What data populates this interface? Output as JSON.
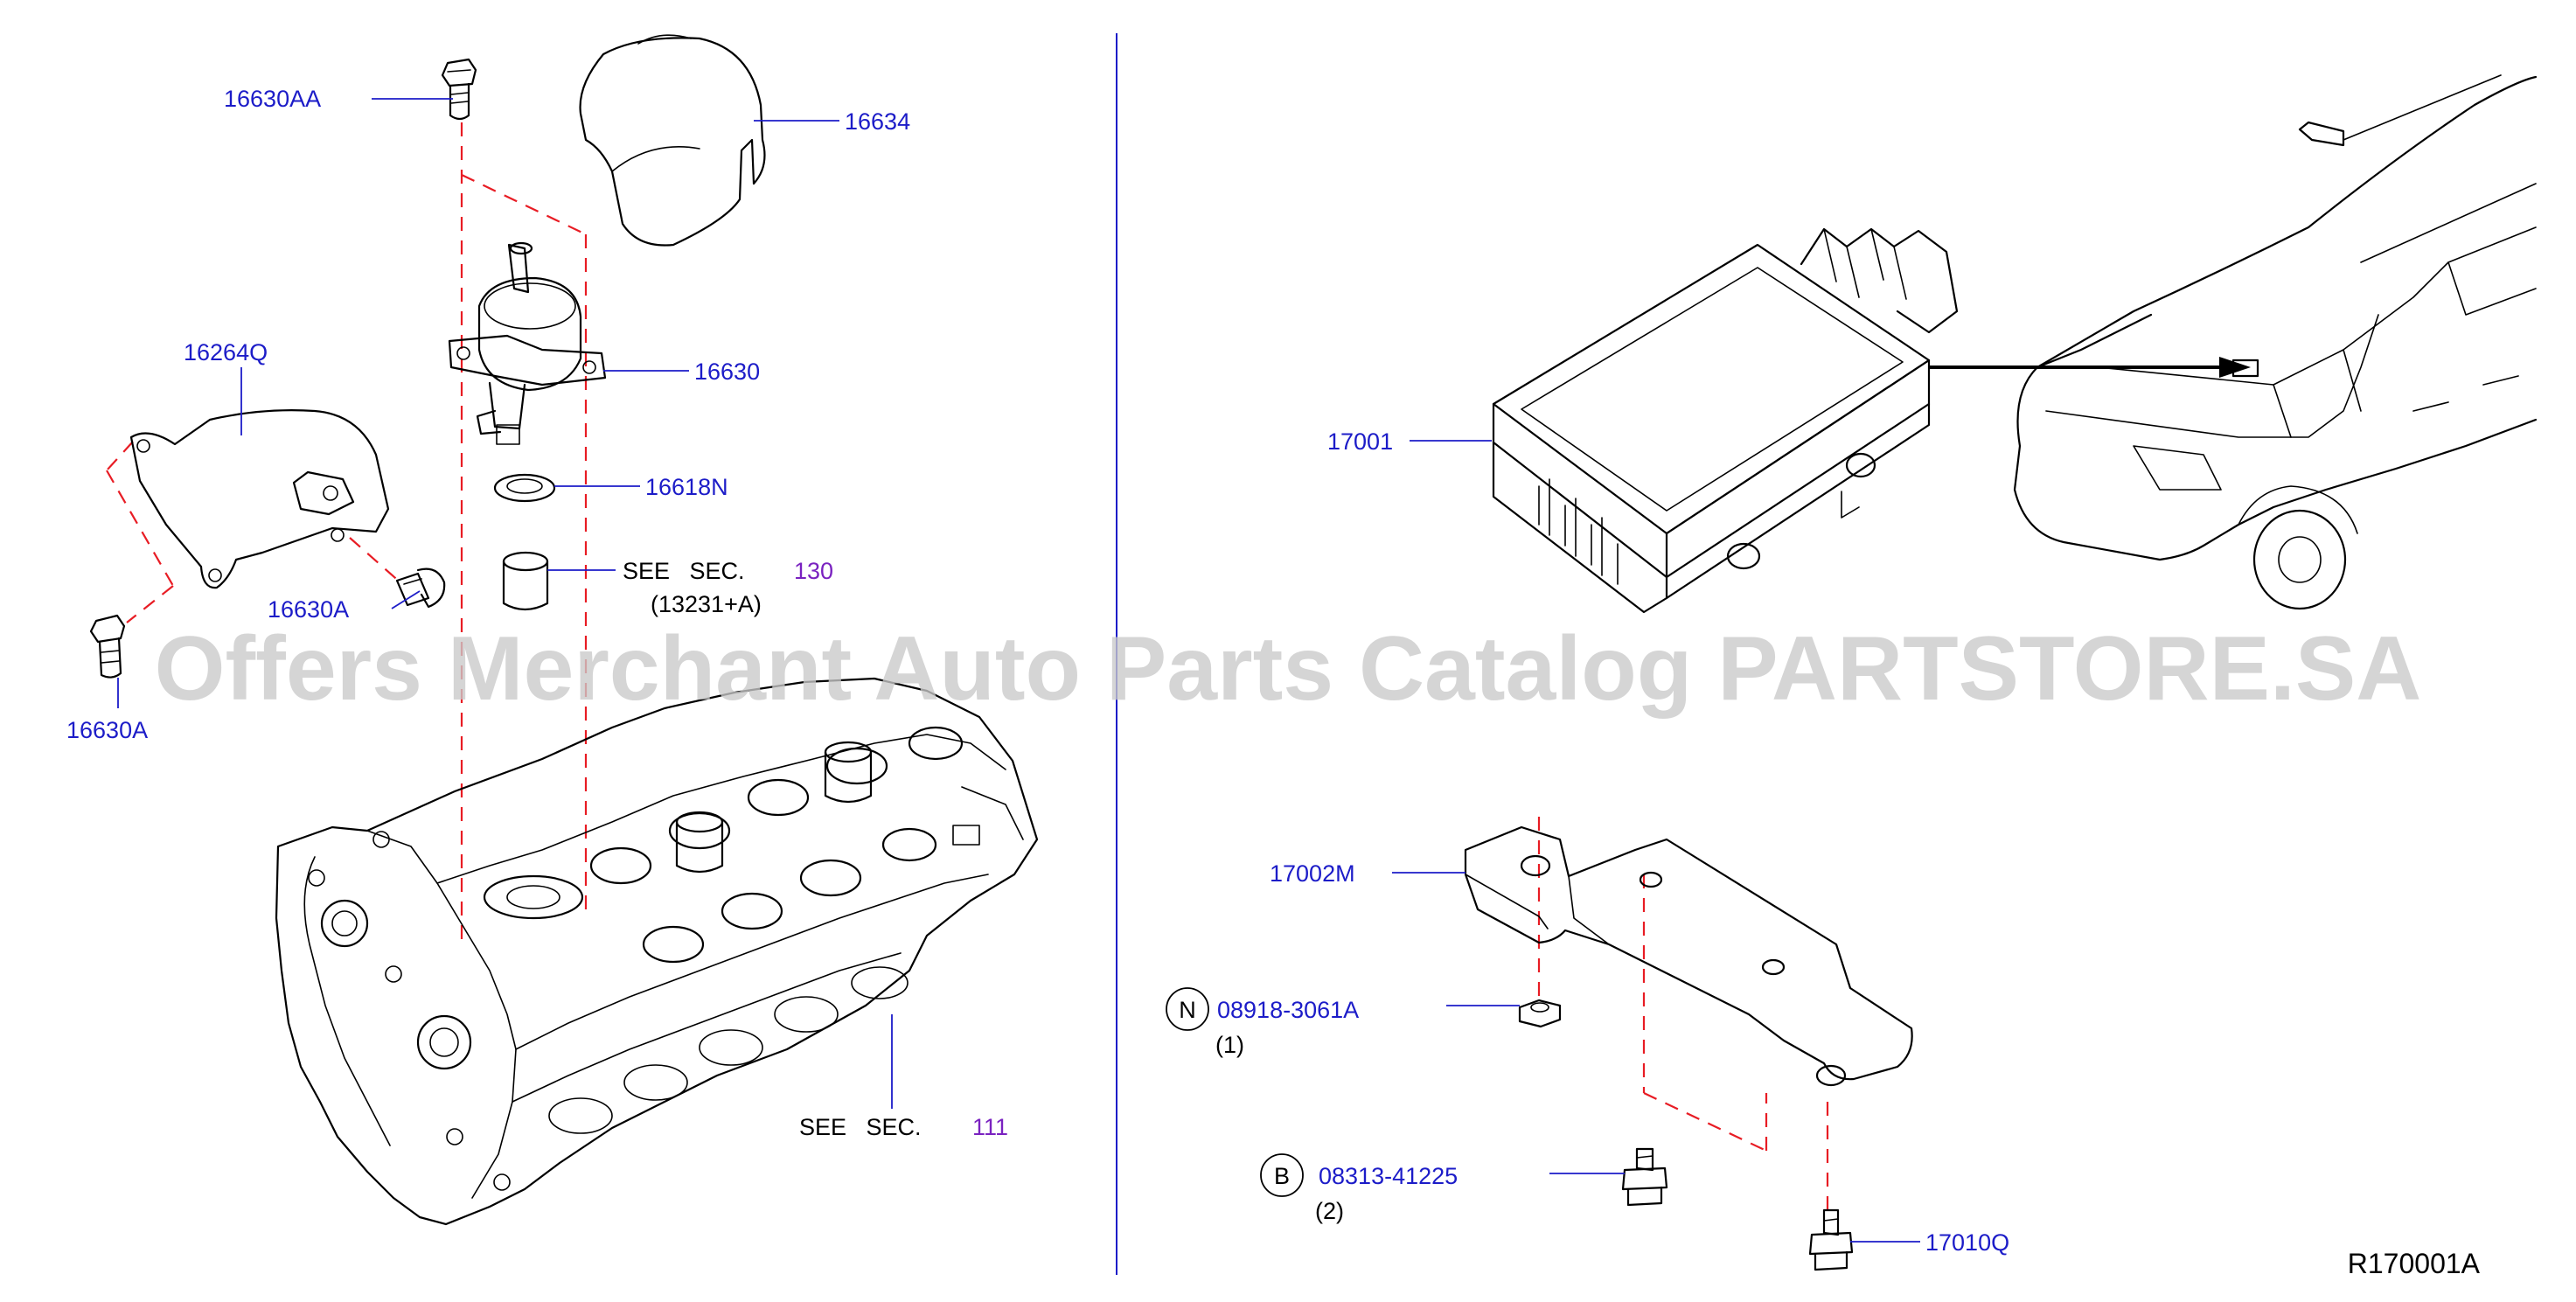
{
  "colors": {
    "callout": "#1c1cc8",
    "section_number": "#7a22c0",
    "dashed_guide": "#e81c24",
    "divider": "#1c1cc8",
    "watermark": "#c9c9c9"
  },
  "watermark": "Offers Merchant Auto Parts Catalog PARTSTORE.SA",
  "reference_code": "R170001A",
  "left_panel": {
    "callouts": {
      "bolt_top": "16630AA",
      "cover": "16634",
      "pump": "16630",
      "bracket": "16264Q",
      "oring": "16618N",
      "bolt_right": "16630A",
      "bolt_left": "16630A"
    },
    "see_sec_130": {
      "text": "SEE   SEC.",
      "number": "130",
      "sub": "(13231+A)"
    },
    "see_sec_111": {
      "text": "SEE   SEC.",
      "number": "111"
    }
  },
  "right_panel": {
    "callouts": {
      "module": "17001",
      "bracket": "17002M",
      "nut": "08918-3061A",
      "bolt": "08313-41225",
      "screw": "17010Q"
    },
    "nut_symbol": "N",
    "nut_qty": "(1)",
    "bolt_symbol": "B",
    "bolt_qty": "(2)"
  }
}
